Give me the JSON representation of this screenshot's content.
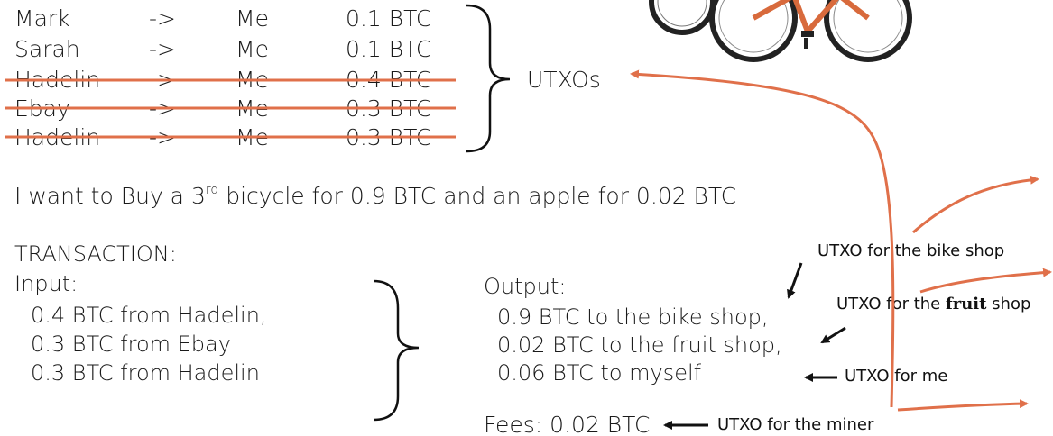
{
  "utxos": {
    "rows": [
      {
        "from": "Mark",
        "arrow": "->",
        "to": "Me",
        "amount": "0.1 BTC",
        "spent": false
      },
      {
        "from": "Sarah",
        "arrow": "->",
        "to": "Me",
        "amount": "0.1 BTC",
        "spent": false
      },
      {
        "from": "Hadelin",
        "arrow": "->",
        "to": "Me",
        "amount": "0.4 BTC",
        "spent": true
      },
      {
        "from": "Ebay",
        "arrow": "->",
        "to": "Me",
        "amount": "0.3 BTC",
        "spent": true
      },
      {
        "from": "Hadelin",
        "arrow": "->",
        "to": "Me",
        "amount": "0.3 BTC",
        "spent": true
      }
    ],
    "label": "UTXOs"
  },
  "statement": {
    "before": "I want to Buy a 3",
    "sup": "rd",
    "after": " bicycle for 0.9 BTC and an apple for 0.02 BTC"
  },
  "transaction": {
    "title": "TRANSACTION:",
    "input_label": "Input:",
    "inputs": [
      "0.4 BTC from Hadelin,",
      "0.3 BTC from Ebay",
      "0.3 BTC from Hadelin"
    ],
    "output_label": "Output:",
    "outputs": [
      "0.9 BTC to the bike shop,",
      "0.02 BTC to the fruit shop,",
      "0.06 BTC to myself"
    ],
    "fees": "Fees: 0.02 BTC"
  },
  "annotations": {
    "bike": "UTXO for the bike shop",
    "fruit_before": "UTXO for the ",
    "fruit_bold": "fruit",
    "fruit_after": " shop",
    "me": "UTXO for me",
    "miner": "UTXO for the miner"
  },
  "colors": {
    "strike": "#e0704a",
    "arrow": "#e0704a",
    "text": "#1a1a1a",
    "black_arrow": "#111111"
  }
}
